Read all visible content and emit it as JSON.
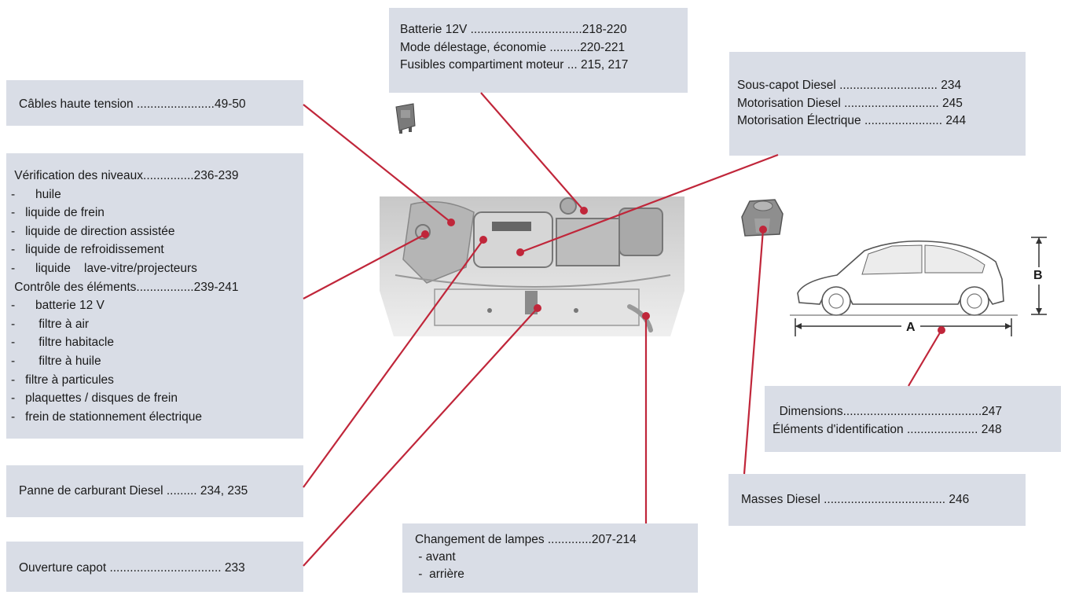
{
  "boxes": {
    "battery": {
      "lines": [
        "Batterie 12V .................................218-220",
        "Mode délestage, économie .........220-221",
        "Fusibles compartiment moteur ... 215, 217"
      ]
    },
    "cables": {
      "lines": [
        "Câbles haute tension .......................49-50"
      ]
    },
    "sous_capot": {
      "lines": [
        "Sous-capot Diesel ............................. 234",
        "Motorisation Diesel ............................ 245",
        "Motorisation Électrique ....................... 244"
      ]
    },
    "verification": {
      "lines": [
        " Vérification des niveaux...............236-239",
        "-      huile",
        "-   liquide de frein",
        "-   liquide de direction assistée",
        "-   liquide de refroidissement",
        "-      liquide    lave-vitre/projecteurs",
        " Contrôle des éléments.................239-241",
        "-      batterie 12 V",
        "-       filtre à air",
        "-       filtre habitacle",
        "-       filtre à huile",
        "-   filtre à particules",
        "-   plaquettes / disques de frein",
        "-   frein de stationnement électrique"
      ]
    },
    "panne": {
      "lines": [
        "Panne de carburant Diesel ......... 234, 235"
      ]
    },
    "ouverture": {
      "lines": [
        "Ouverture capot ................................. 233"
      ]
    },
    "lampes": {
      "lines": [
        "Changement de lampes .............207-214",
        " - avant",
        " -  arrière"
      ]
    },
    "dimensions": {
      "lines": [
        "  Dimensions.........................................247",
        "Éléments d'identification ..................... 248"
      ]
    },
    "masses": {
      "lines": [
        "Masses Diesel .................................... 246"
      ]
    }
  },
  "labels": {
    "dim_a": "A",
    "dim_b": "B"
  },
  "colors": {
    "box_bg": "#d9dde6",
    "leader": "#c0263a"
  }
}
